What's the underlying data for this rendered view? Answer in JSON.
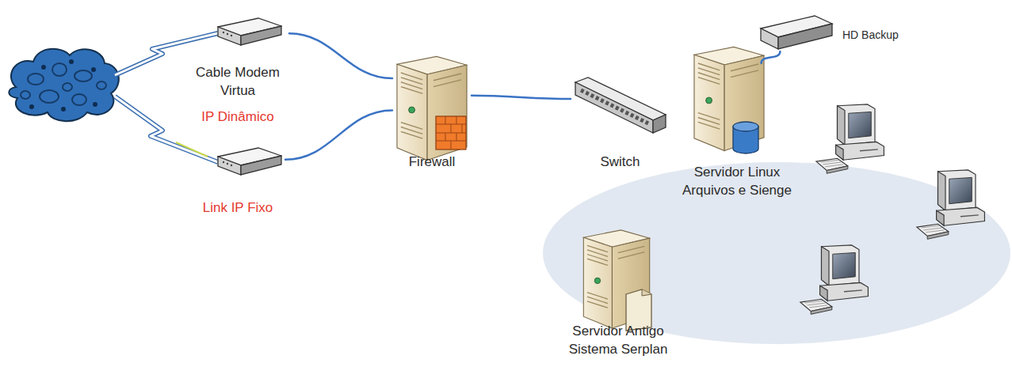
{
  "diagram": {
    "nodes": [
      {
        "text": [
          "Cable Modem Virtua",
          "IP Dinâmico"
        ]
      },
      {
        "text": [
          "Link IP Fixo"
        ]
      },
      {
        "text": [
          "Firewall"
        ]
      },
      {
        "text": [
          "Switch"
        ]
      },
      {
        "text": [
          "Servidor Linux Arquivos e Sienge"
        ]
      },
      {
        "text": [
          "HD Backup"
        ]
      },
      {
        "text": [
          "Servidor Antigo Sistema Serplan"
        ]
      }
    ],
    "edges": [
      {
        "from": 0,
        "to": 2,
        "arrow": "none"
      },
      {
        "from": 1,
        "to": 2,
        "arrow": "none"
      },
      {
        "from": 2,
        "to": 3,
        "arrow": "none"
      },
      {
        "from": 4,
        "to": 5,
        "arrow": "none"
      }
    ]
  }
}
